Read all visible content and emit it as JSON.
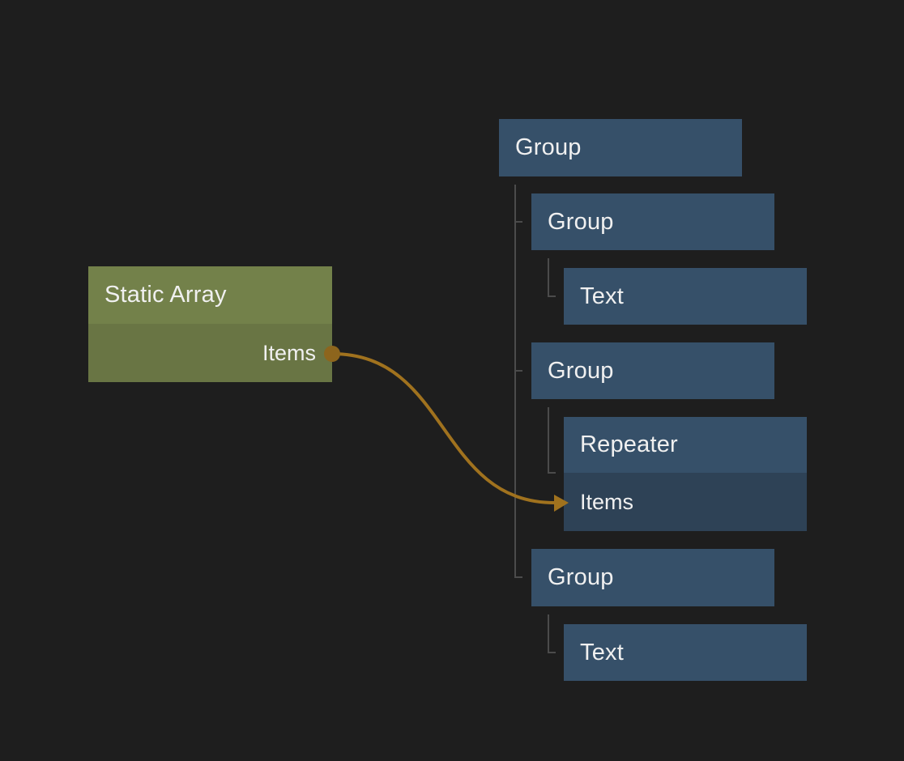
{
  "canvas": {
    "kind": "node-graph-editor-canvas"
  },
  "colors": {
    "background": "#1e1e1e",
    "node_blue": "#365069",
    "node_blue_dark": "#2e4256",
    "node_green": "#73814a",
    "node_green_dark": "#697544",
    "connection": "#a0721e",
    "port_dot": "#8d651d",
    "tree_line": "#4b4b4b",
    "text": "#f0f0f0"
  },
  "nodes": [
    {
      "id": "static-array",
      "label": "Static Array",
      "output_port": "Items"
    },
    {
      "id": "group-1",
      "label": "Group"
    },
    {
      "id": "group-2",
      "label": "Group"
    },
    {
      "id": "text-1",
      "label": "Text"
    },
    {
      "id": "group-3",
      "label": "Group"
    },
    {
      "id": "repeater",
      "label": "Repeater",
      "input_port": "Items"
    },
    {
      "id": "group-4",
      "label": "Group"
    },
    {
      "id": "text-2",
      "label": "Text"
    }
  ],
  "hierarchy": {
    "root": "group-1",
    "children": {
      "group-1": [
        "group-2",
        "group-3",
        "group-4"
      ],
      "group-2": [
        "text-1"
      ],
      "group-3": [
        "repeater"
      ],
      "group-4": [
        "text-2"
      ]
    }
  },
  "connections": [
    {
      "from_node": "Static Array",
      "from_port": "Items",
      "to_node": "Repeater",
      "to_port": "Items"
    }
  ]
}
